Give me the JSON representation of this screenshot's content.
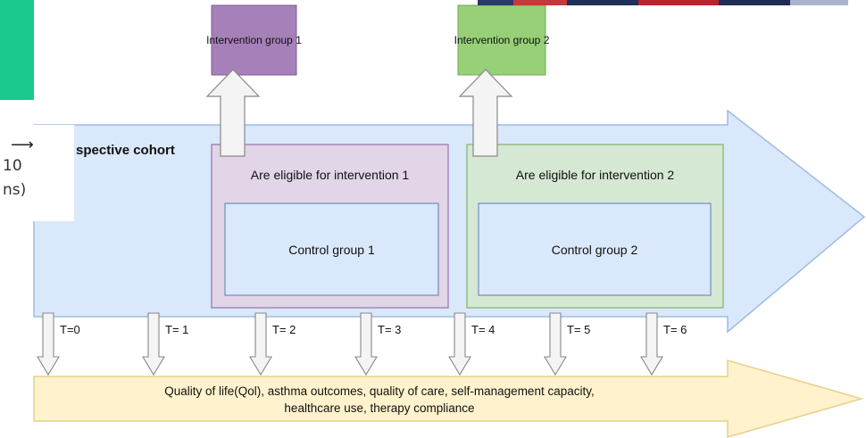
{
  "cohort_label": "spective cohort",
  "intervention_1": "Intervention group 1",
  "intervention_2": "Intervention group 2",
  "eligible_1": "Are eligible for intervention 1",
  "eligible_2": "Are eligible for intervention 2",
  "control_1": "Control group 1",
  "control_2": "Control group 2",
  "timepoints": [
    "T=0",
    "T= 1",
    "T= 2",
    "T= 3",
    "T= 4",
    "T= 5",
    "T= 6"
  ],
  "outcomes_line1": "Quality of life(Qol), asthma outcomes, quality of care, self-management capacity,",
  "outcomes_line2": "healthcare use, therapy compliance",
  "left_card": {
    "arrow": "⟶",
    "line1": "10",
    "line2": "ns)"
  },
  "colors": {
    "cohort_fill": "#dae8fc",
    "cohort_stroke": "#9fbbe0",
    "intervention_1_fill": "#a680b8",
    "intervention_2_fill": "#97d077",
    "eligible_1_fill": "#e1d5e7",
    "eligible_2_fill": "#d5e8d4",
    "control_fill": "#dae8fc",
    "outcomes_fill": "#fff2cc",
    "accent_green": "#1ac98d"
  }
}
